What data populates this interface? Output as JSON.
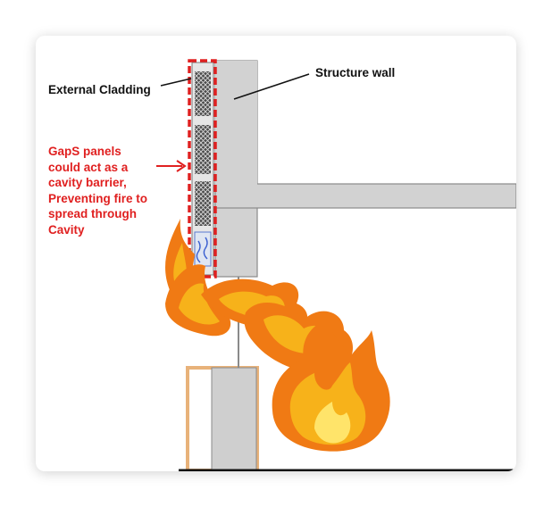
{
  "labels": {
    "external_cladding": "External Cladding",
    "structure_wall": "Structure wall",
    "gaps_note": [
      "GapS panels",
      "could act as a",
      "cavity barrier,",
      "Preventing fire to",
      "spread through",
      "Cavity"
    ]
  },
  "colors": {
    "wall": "#cfcfcf",
    "wall_stroke": "#8a8a8a",
    "note_red": "#e02020",
    "dashed_outline": "#e02020",
    "cladding_panel": "#3a3a3a",
    "flame_outer": "#f07a14",
    "flame_mid": "#f7b21a",
    "flame_inner": "#ffe46a",
    "frame": "#e8b27a"
  },
  "icons": {
    "arrow": "right-arrow-icon",
    "flames": "fire-icon"
  }
}
